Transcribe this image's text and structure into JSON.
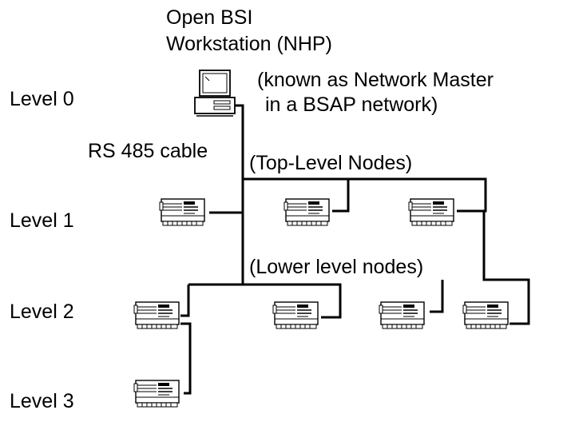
{
  "workstation": {
    "title_line1": "Open BSI",
    "title_line2": "Workstation (NHP)",
    "note_line1": "(known as Network Master",
    "note_line2": "in a BSAP network)"
  },
  "levels": {
    "level0": "Level 0",
    "level1": "Level 1",
    "level2": "Level 2",
    "level3": "Level 3"
  },
  "cable_label": "RS 485 cable",
  "group_labels": {
    "top": "(Top-Level Nodes)",
    "lower": "(Lower level nodes)"
  },
  "colors": {
    "line": "#000000",
    "background": "#ffffff"
  }
}
